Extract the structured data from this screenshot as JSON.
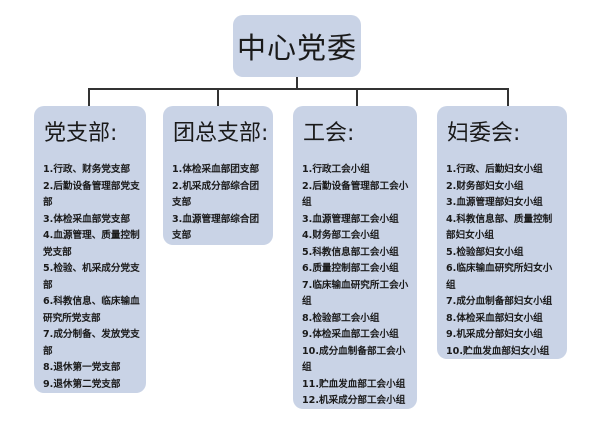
{
  "root": {
    "label": "中心党委"
  },
  "branches": [
    {
      "title": "党支部:",
      "items": [
        "1.行政、财务党支部",
        "2.后勤设备管理部党支部",
        "3.体检采血部党支部",
        "4.血源管理、质量控制党支部",
        "5.检验、机采成分党支部",
        "6.科教信息、临床输血研究所党支部",
        "7.成分制备、发放党支部",
        "8.退休第一党支部",
        "9.退休第二党支部"
      ]
    },
    {
      "title": "团总支部:",
      "items": [
        "1.体检采血部团支部",
        "2.机采成分部综合团支部",
        "3.血源管理部综合团支部"
      ]
    },
    {
      "title": "工会:",
      "items": [
        "1.行政工会小组",
        "2.后勤设备管理部工会小组",
        "3.血源管理部工会小组",
        "4.财务部工会小组",
        "5.科教信息部工会小组",
        "6.质量控制部工会小组",
        "7.临床输血研究所工会小组",
        "8.检验部工会小组",
        "9.体检采血部工会小组",
        "10.成分血制备部工会小组",
        "11.贮血发血部工会小组",
        "12.机采成分部工会小组"
      ]
    },
    {
      "title": "妇委会:",
      "items": [
        "1.行政、后勤妇女小组",
        "2.财务部妇女小组",
        "3.血源管理部妇女小组",
        "4.科教信息部、质量控制部妇女小组",
        "5.检验部妇女小组",
        "6.临床输血研究所妇女小组",
        "7.成分血制备部妇女小组",
        "8.体检采血部妇女小组",
        "9.机采成分部妇女小组",
        "10.贮血发血部妇女小组"
      ]
    }
  ]
}
